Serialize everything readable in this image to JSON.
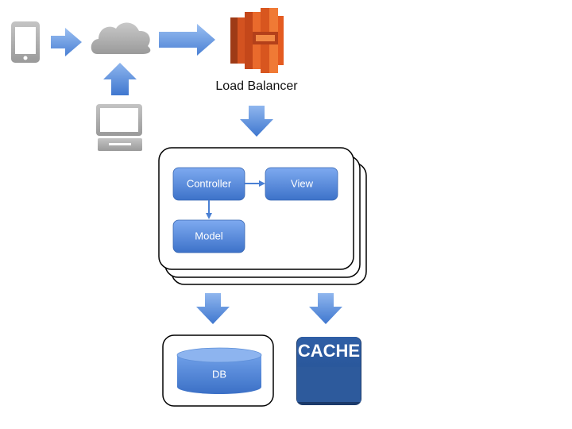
{
  "diagram": {
    "load_balancer_label": "Load Balancer",
    "controller_label": "Controller",
    "view_label": "View",
    "model_label": "Model",
    "db_label": "DB",
    "cache_label": "CACHE"
  },
  "icons": {
    "client_mobile": "mobile-phone-icon",
    "client_desktop": "desktop-computer-icon",
    "internet": "cloud-icon",
    "load_balancer": "load-balancer-icon",
    "database": "database-cylinder-icon",
    "cache": "cache-icon"
  },
  "colors": {
    "arrow": "#5b8fd6",
    "node_fill": "#4a80d4",
    "device_gray": "#a8a8a8",
    "cloud_gray": "#a9a9a9",
    "lb_orange": "#e45b20",
    "cache_blue": "#2a5597",
    "cache_dark": "#1b3a6a"
  }
}
